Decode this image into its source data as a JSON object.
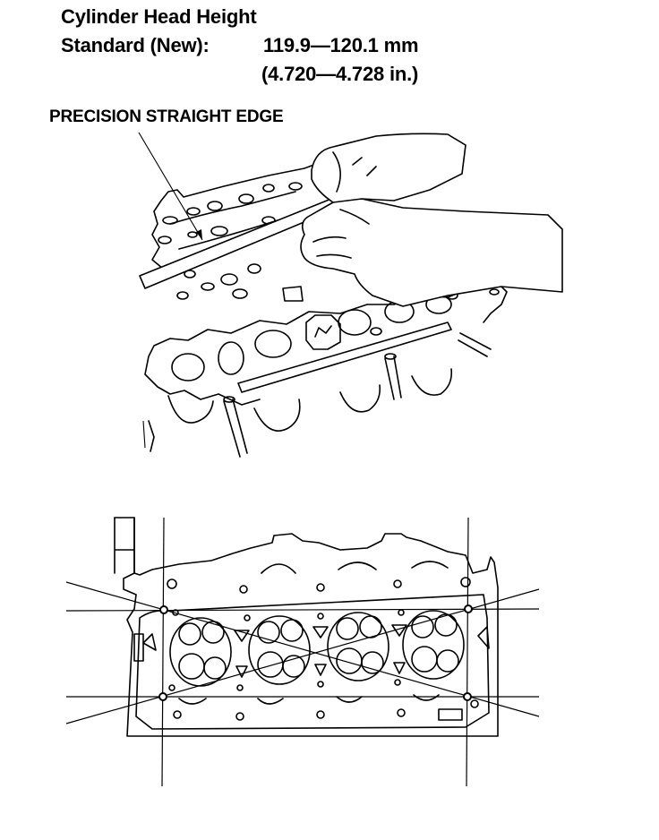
{
  "header": {
    "title": "Cylinder Head Height",
    "standard_label": "Standard (New):",
    "standard_value_mm": "119.9—120.1 mm",
    "standard_value_in": "(4.720—4.728 in.)"
  },
  "illustration_top": {
    "callout_label": "PRECISION STRAIGHT EDGE"
  },
  "colors": {
    "ink": "#000000",
    "paper": "#ffffff"
  }
}
